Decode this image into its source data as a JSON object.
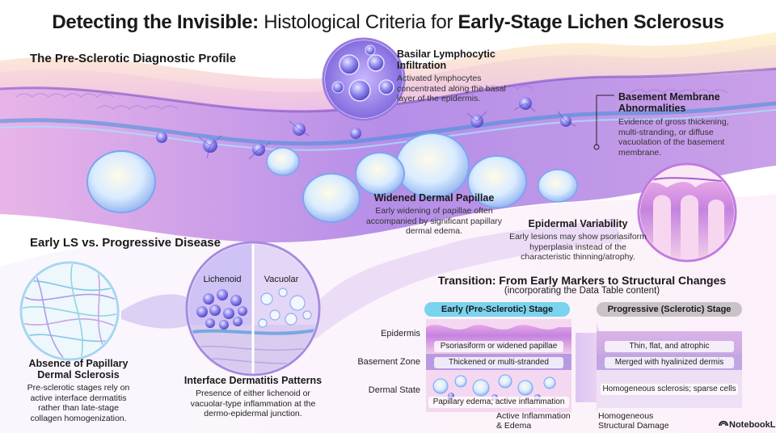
{
  "title": {
    "bold_left": "Detecting the Invisible:",
    "regular_mid": "Histological Criteria for",
    "bold_right": "Early-Stage Lichen Sclerosus"
  },
  "profile_heading": "The Pre-Sclerotic Diagnostic Profile",
  "basilar": {
    "title": "Basilar Lymphocytic Infiltration",
    "body": "Activated lymphocytes concentrated along the basal layer of the epidermis."
  },
  "basement": {
    "title": "Basement Membrane Abnormalities",
    "body": "Evidence of gross thickening, multi-stranding, or diffuse vacuolation of the basement membrane."
  },
  "papillae": {
    "title": "Widened Dermal Papillae",
    "body": "Early widening of papillae often accompanied by significant papillary dermal edema."
  },
  "epidermal": {
    "title": "Epidermal Variability",
    "body": "Early lesions may show psoriasiform hyperplasia instead of the characteristic thinning/atrophy."
  },
  "comparison_heading": "Early LS vs. Progressive Disease",
  "absence": {
    "title": "Absence of Papillary Dermal Sclerosis",
    "body": "Pre-sclerotic stages rely on active interface dermatitis rather than late-stage collagen homogenization."
  },
  "interface": {
    "tab_left": "Lichenoid",
    "tab_right": "Vacuolar",
    "title": "Interface Dermatitis Patterns",
    "body": "Presence of either lichenoid or vacuolar-type inflammation at the dermo-epidermal junction."
  },
  "transition": {
    "title": "Transition: From Early Markers to Structural Changes",
    "subtitle": "(incorporating the Data Table content)",
    "early_label": "Early (Pre-Sclerotic) Stage",
    "progressive_label": "Progressive (Sclerotic) Stage",
    "rows": [
      {
        "label": "Epidermis",
        "early": "Psoriasiform or widened papillae",
        "progressive": "Thin, flat, and atrophic"
      },
      {
        "label": "Basement Zone",
        "early": "Thickened or multi-stranded",
        "progressive": "Merged with hyalinized dermis"
      },
      {
        "label": "Dermal State",
        "early": "Papillary edema; active inflammation",
        "progressive": "Homogeneous sclerosis; sparse cells"
      }
    ],
    "early_footer": "Active Inflammation & Edema",
    "progressive_footer": "Homogeneous Structural Damage"
  },
  "brand": "NotebookLM",
  "colors": {
    "early_pill": "#7ad3ef",
    "progressive_pill": "#c9c2c6",
    "tissue_purple": "#9b6ad8",
    "tissue_pink": "#e59bd8"
  }
}
